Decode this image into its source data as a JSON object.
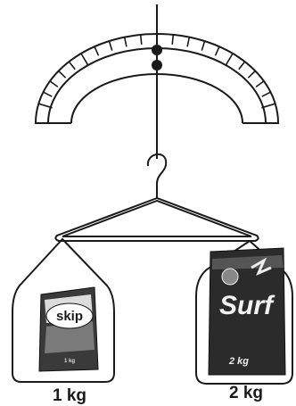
{
  "left_pack": {
    "brand": "skip",
    "weight_label": "1 kg",
    "pack_weight_print": "1 kg"
  },
  "right_pack": {
    "brand": "Surf",
    "weight_label": "2 kg",
    "pack_weight_print": "2 kg"
  },
  "colors": {
    "ink": "#1a1a1a",
    "scale_face": "#ffffff",
    "pack_dark": "#2b2b2b"
  },
  "icons": {
    "scale": "spring-scale-dial",
    "hanger": "coat-hanger",
    "pointer": "needle-dots"
  }
}
